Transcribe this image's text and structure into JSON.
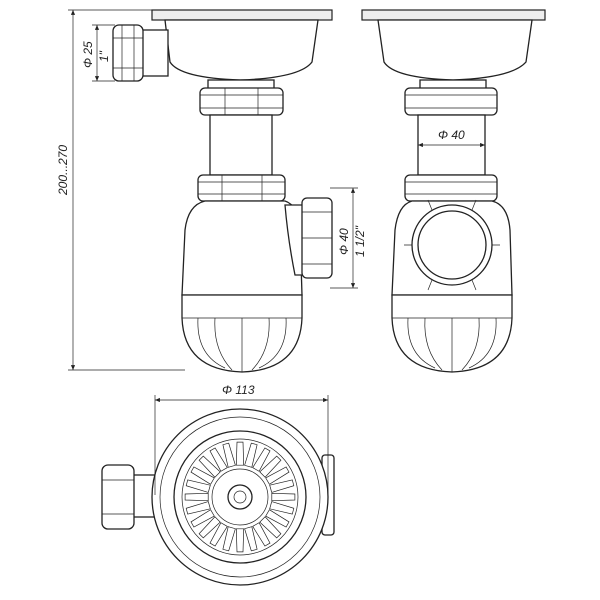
{
  "title": "Bottle trap with sink strainer and overflow — technical drawing",
  "dimensions": {
    "overflow_diameter": "Φ 25",
    "overflow_thread": "1\"",
    "height_range": "200...270",
    "outlet_diameter": "Φ 40",
    "outlet_thread": "1 1/2\"",
    "pipe_diameter": "Φ 40",
    "strainer_diameter": "Φ 113"
  }
}
